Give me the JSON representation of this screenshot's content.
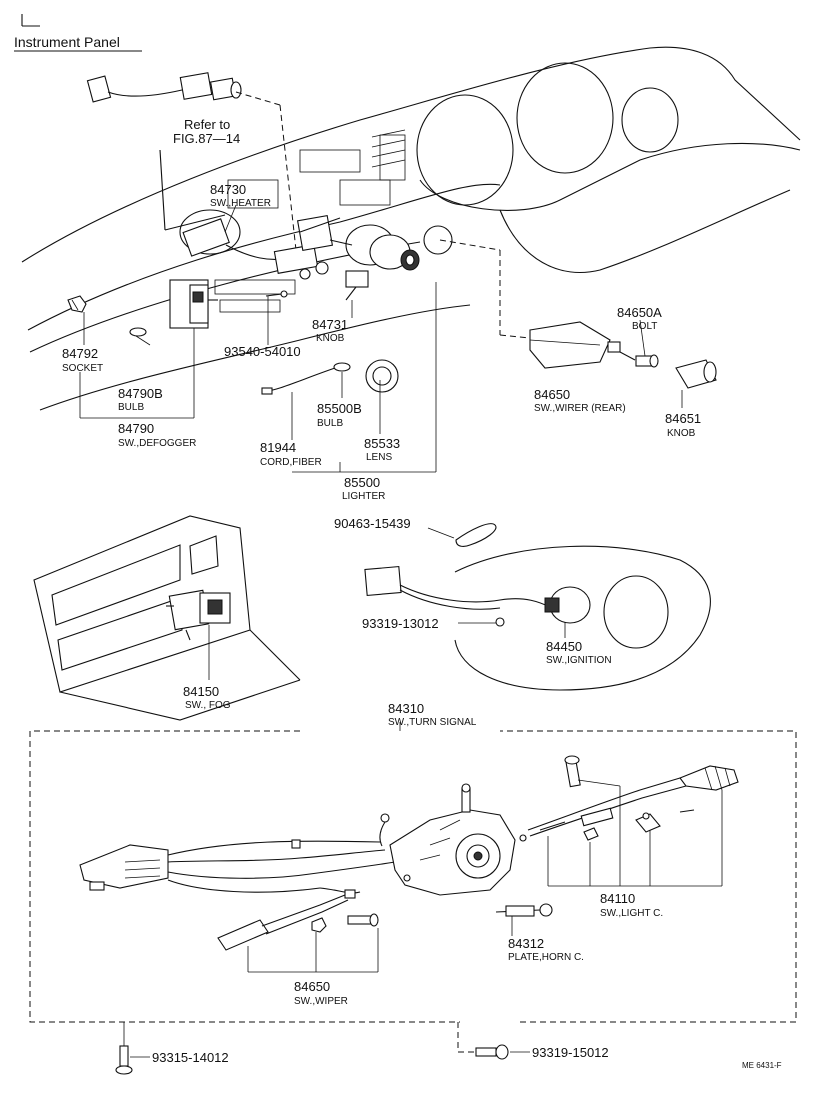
{
  "header": {
    "section_title": "Instrument Panel"
  },
  "reference": {
    "line1": "Refer to",
    "line2": "FIG.87—14"
  },
  "parts": {
    "heater_switch": {
      "number": "84730",
      "name": "SW.,HEATER"
    },
    "heater_knob": {
      "number": "84731",
      "name": "KNOB"
    },
    "screw_93540": {
      "number": "93540-54010"
    },
    "socket": {
      "number": "84792",
      "name": "SOCKET"
    },
    "defogger_bulb": {
      "number": "84790B",
      "name": "BULB"
    },
    "defogger_switch": {
      "number": "84790",
      "name": "SW.,DEFOGGER"
    },
    "fiber_cord": {
      "number": "81944",
      "name": "CORD,FIBER"
    },
    "lighter_bulb": {
      "number": "85500B",
      "name": "BULB"
    },
    "lighter_lens": {
      "number": "85533",
      "name": "LENS"
    },
    "lighter": {
      "number": "85500",
      "name": "LIGHTER"
    },
    "wiper_rear_bolt": {
      "number": "84650A",
      "name": "BOLT"
    },
    "wiper_rear": {
      "number": "84650",
      "name": "SW.,WIRER (REAR)"
    },
    "wiper_rear_knob": {
      "number": "84651",
      "name": "KNOB"
    },
    "clip_90463": {
      "number": "90463-15439"
    },
    "screw_93319_a": {
      "number": "93319-13012"
    },
    "ignition": {
      "number": "84450",
      "name": "SW.,IGNITION"
    },
    "fog_switch": {
      "number": "84150",
      "name": "SW., FOG"
    },
    "turn_signal": {
      "number": "84310",
      "name": "SW.,TURN SIGNAL"
    },
    "light_control": {
      "number": "84110",
      "name": "SW.,LIGHT C."
    },
    "horn_plate": {
      "number": "84312",
      "name": "PLATE,HORN C."
    },
    "wiper_switch": {
      "number": "84650",
      "name": "SW.,WIPER"
    },
    "screw_93315": {
      "number": "93315-14012"
    },
    "screw_93319_b": {
      "number": "93319-15012"
    }
  },
  "footer": {
    "code": "ME 6431-F"
  }
}
